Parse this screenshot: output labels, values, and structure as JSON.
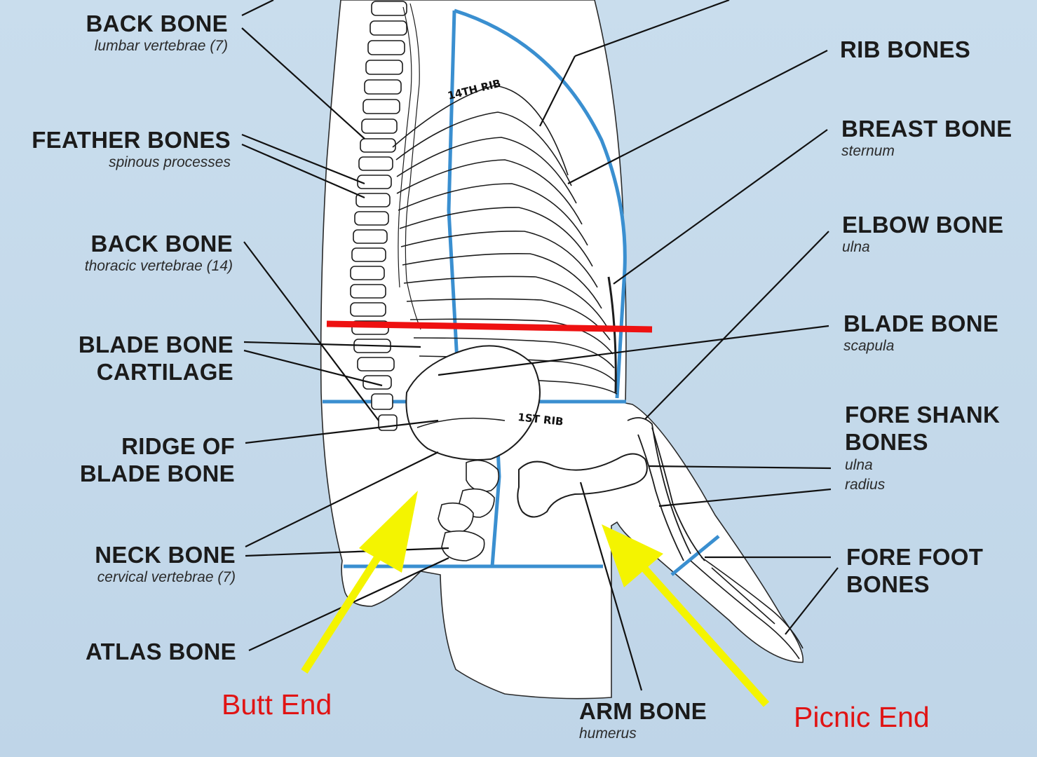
{
  "labels_left": [
    {
      "id": "back-bone-lumbar",
      "title": "BACK BONE",
      "subtitle": "lumbar vertebrae (7)"
    },
    {
      "id": "feather-bones",
      "title": "FEATHER BONES",
      "subtitle": "spinous processes"
    },
    {
      "id": "back-bone-thoracic",
      "title": "BACK BONE",
      "subtitle": "thoracic vertebrae (14)"
    },
    {
      "id": "blade-bone-cartilage",
      "title_line1": "BLADE BONE",
      "title_line2": "CARTILAGE"
    },
    {
      "id": "ridge-of-blade-bone",
      "title_line1": "RIDGE OF",
      "title_line2": "BLADE BONE"
    },
    {
      "id": "neck-bone",
      "title": "NECK BONE",
      "subtitle": "cervical vertebrae (7)"
    },
    {
      "id": "atlas-bone",
      "title": "ATLAS BONE"
    }
  ],
  "labels_right": [
    {
      "id": "rib-bones",
      "title": "RIB BONES"
    },
    {
      "id": "breast-bone",
      "title": "BREAST BONE",
      "subtitle": "sternum"
    },
    {
      "id": "elbow-bone",
      "title": "ELBOW BONE",
      "subtitle": "ulna"
    },
    {
      "id": "blade-bone",
      "title": "BLADE BONE",
      "subtitle": "scapula"
    },
    {
      "id": "fore-shank-bones",
      "title_line1": "FORE SHANK",
      "title_line2": "BONES",
      "sub1": "ulna",
      "sub2": "radius"
    },
    {
      "id": "fore-foot-bones",
      "title_line1": "FORE FOOT",
      "title_line2": "BONES"
    }
  ],
  "label_bottom": {
    "id": "arm-bone",
    "title": "ARM BONE",
    "subtitle": "humerus"
  },
  "rib_tags": {
    "fourteenth": "14TH RIB",
    "first": "1ST RIB"
  },
  "annotations": {
    "butt_end": "Butt End",
    "picnic_end": "Picnic End"
  },
  "colors": {
    "background": "#c6dbec",
    "carcass": "#ffffff",
    "cut_lines": "#3a8fd0",
    "red_line": "#ee1111",
    "arrows": "#f4f400",
    "annotation_text": "#e01414",
    "label_text": "#1b1b1b"
  }
}
